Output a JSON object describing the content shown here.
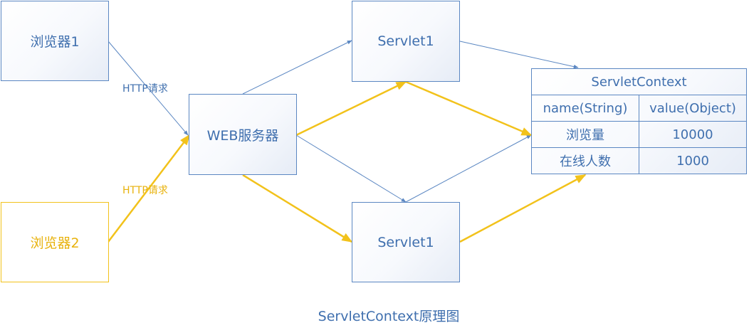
{
  "browsers": [
    {
      "label": "浏览器1"
    },
    {
      "label": "浏览器2"
    }
  ],
  "web_server": {
    "label": "WEB服务器"
  },
  "servlets": [
    {
      "label": "Servlet1"
    },
    {
      "label": "Servlet1"
    }
  ],
  "edge_labels": {
    "http_request_1": "HTTP请求",
    "http_request_2": "HTTP请求"
  },
  "servlet_context": {
    "title": "ServletContext",
    "columns": [
      "name(String)",
      "value(Object)"
    ],
    "rows": [
      {
        "name": "浏览量",
        "value": "10000"
      },
      {
        "name": "在线人数",
        "value": "1000"
      }
    ]
  },
  "caption": "ServletContext原理图",
  "colors": {
    "blue_flow": "#5b87c2",
    "yellow_flow": "#f2c21b"
  }
}
